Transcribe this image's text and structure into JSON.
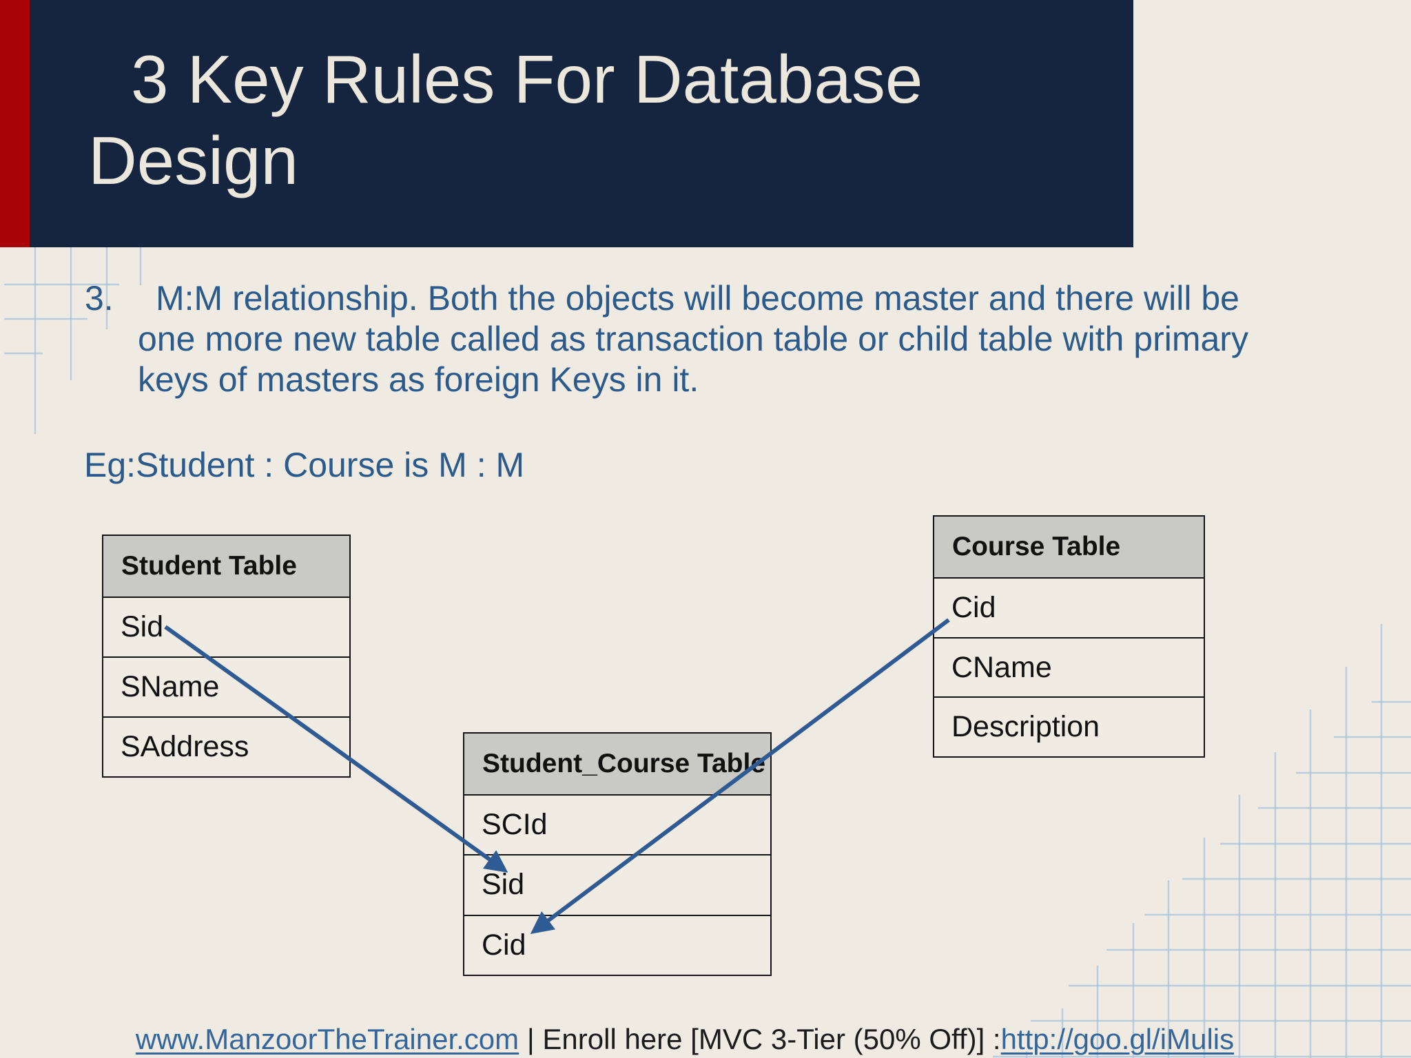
{
  "header": {
    "title_line1": "3 Key Rules For Database",
    "title_line2": "Design"
  },
  "body": {
    "list_number": "3.",
    "lines": [
      "M:M relationship. Both the objects will become master and there will be",
      "one more new table called as transaction table or child table with primary",
      "keys of masters as foreign Keys in it."
    ],
    "example": "Eg:Student : Course is M : M"
  },
  "diagram": {
    "tables": [
      {
        "title": "Student Table",
        "rows": [
          "Sid",
          "SName",
          "SAddress"
        ]
      },
      {
        "title": "Student_Course Table",
        "rows": [
          "SCId",
          "Sid",
          "Cid"
        ]
      },
      {
        "title": "Course Table",
        "rows": [
          "Cid",
          "CName",
          "Description"
        ]
      }
    ],
    "relationships": [
      {
        "from": "Student Table.Sid",
        "to": "Student_Course Table.Sid"
      },
      {
        "from": "Course Table.Cid",
        "to": "Student_Course Table.Cid"
      }
    ]
  },
  "footer": {
    "link1": "www.ManzoorTheTrainer.com",
    "middle": " | Enroll here [MVC 3-Tier (50% Off)] :",
    "link2": "http://goo.gl/iMulis"
  },
  "colors": {
    "background": "#f0ebe2",
    "header_navy": "#15253f",
    "accent_red": "#a90408",
    "title_text": "#ece7dc",
    "body_blue": "#2b5a8c",
    "link_blue": "#33669c",
    "table_header_gray": "#c9c9c6",
    "arrow_blue": "#2e5b94",
    "grid_blue": "#a9c3de"
  }
}
